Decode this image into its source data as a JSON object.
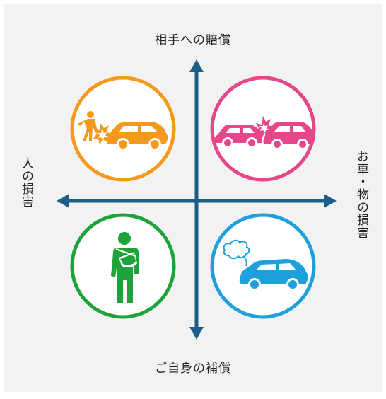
{
  "axes": {
    "top": "相手への賠償",
    "bottom": "ご自身の補償",
    "left": "人の損害",
    "right": "お車・物の損害"
  },
  "quadrants": [
    {
      "position": "top-left",
      "icon": "person-hit-by-car-icon",
      "color": "#F39A1E"
    },
    {
      "position": "top-right",
      "icon": "car-collision-icon",
      "color": "#E6468A"
    },
    {
      "position": "bottom-left",
      "icon": "injured-person-icon",
      "color": "#1DA33A"
    },
    {
      "position": "bottom-right",
      "icon": "broken-down-car-icon",
      "color": "#1EA0DD"
    }
  ],
  "colors": {
    "axis": "#1B5E86",
    "background": "#F2F2F2"
  }
}
